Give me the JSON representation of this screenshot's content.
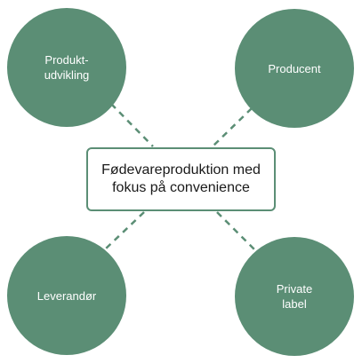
{
  "center": {
    "label": "Fødevareproduktion med\nfokus på convenience"
  },
  "nodes": {
    "top_left": "Produkt-\nudvikling",
    "top_right": "Producent",
    "bottom_left": "Leverandør",
    "bottom_right": "Private\nlabel"
  },
  "colors": {
    "node_fill": "#5b8e75",
    "connector": "#5b8e75",
    "box_border": "#5b8e75",
    "node_text": "#ffffff",
    "center_text": "#1a1a1a"
  }
}
